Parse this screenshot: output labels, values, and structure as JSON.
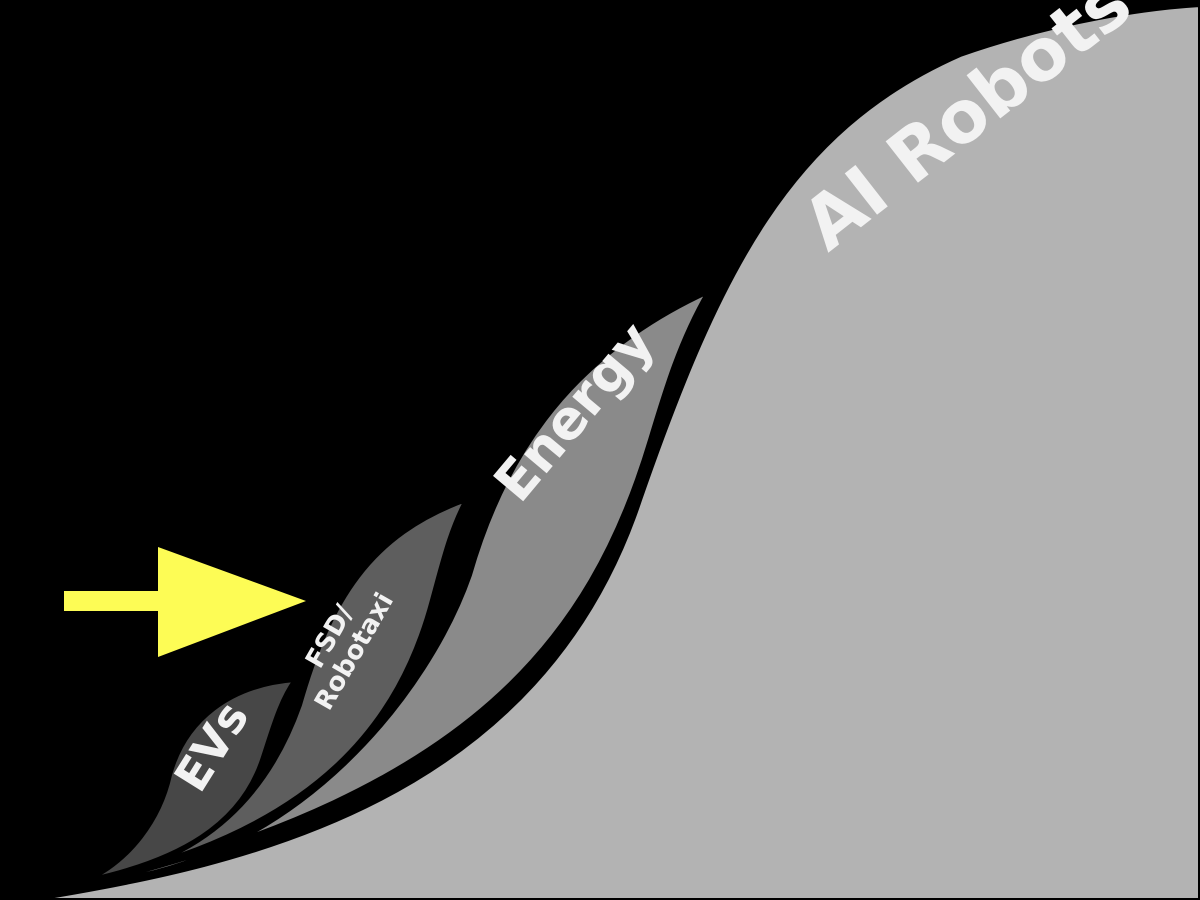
{
  "colors": {
    "background": "#000000",
    "outline": "#000000",
    "ai_robots": "#b3b3b3",
    "energy": "#8a8a8a",
    "fsd_robotaxi": "#5e5e5e",
    "evs": "#474747",
    "arrow": "#fdfc55",
    "label": "#f2f2f2"
  },
  "waves": {
    "evs": {
      "label": "EVs"
    },
    "fsd_robotaxi": {
      "line1": "FSD/",
      "line2": "Robotaxi"
    },
    "energy": {
      "label": "Energy"
    },
    "ai_robots": {
      "label": "AI Robots"
    }
  },
  "pointer": {
    "icon": "right-arrow-icon",
    "target": "fsd_robotaxi"
  }
}
